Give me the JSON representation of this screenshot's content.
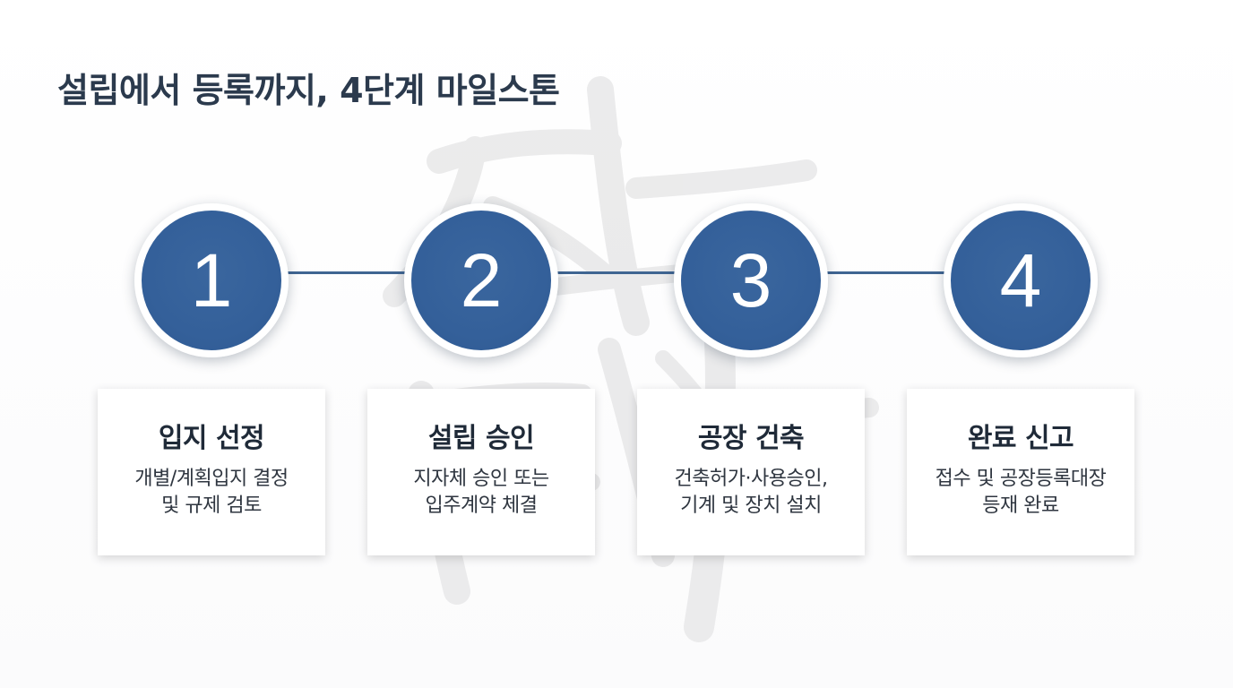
{
  "title": "설립에서 등록까지, 4단계 마일스톤",
  "colors": {
    "accent": "#34609a",
    "title_text": "#2b3a4d",
    "card_text": "#1f2a38"
  },
  "steps": [
    {
      "number": "1",
      "title": "입지 선정",
      "desc_line1": "개별/계획입지 결정",
      "desc_line2": "및 규제 검토"
    },
    {
      "number": "2",
      "title": "설립 승인",
      "desc_line1": "지자체 승인 또는",
      "desc_line2": "입주계약 체결"
    },
    {
      "number": "3",
      "title": "공장 건축",
      "desc_line1": "건축허가·사용승인,",
      "desc_line2": "기계 및 장치 설치"
    },
    {
      "number": "4",
      "title": "완료 신고",
      "desc_line1": "접수 및 공장등록대장",
      "desc_line2": "등재 완료"
    }
  ]
}
